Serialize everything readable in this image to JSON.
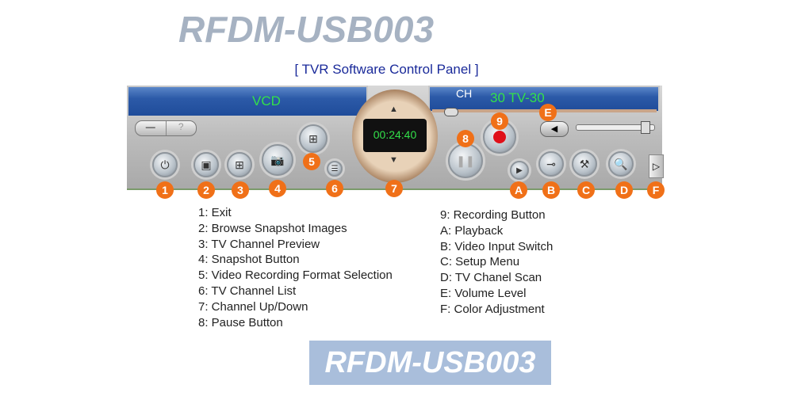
{
  "title": "[ TVR Software Control Panel ]",
  "display": {
    "source": "VCD",
    "ch_label": "CH",
    "channel": "30 TV-30",
    "timer": "00:24:40"
  },
  "window_buttons": {
    "minimize": "—",
    "help": "?"
  },
  "watermark": "RFDM-USB003",
  "badges": [
    "1",
    "2",
    "3",
    "4",
    "5",
    "6",
    "7",
    "8",
    "9",
    "A",
    "B",
    "C",
    "D",
    "E",
    "F"
  ],
  "legend_left": [
    "1: Exit",
    "2: Browse Snapshot Images",
    "3: TV Channel Preview",
    "4: Snapshot Button",
    "5: Video Recording Format Selection",
    "6: TV Channel List",
    "7: Channel Up/Down",
    "8: Pause Button"
  ],
  "legend_right": [
    "9: Recording Button",
    "A: Playback",
    "B: Video Input Switch",
    "C: Setup Menu",
    "D: TV Chanel Scan",
    "E: Volume Level",
    "F: Color Adjustment"
  ],
  "icons": {
    "play": "▶",
    "pause": "❚❚",
    "up": "▲",
    "down": "▼",
    "power": "⏻",
    "film": "▣",
    "preview": "⊞",
    "camera": "📷",
    "list": "☰",
    "search": "🔍",
    "setup": "⚒",
    "input": "⊸",
    "volume": "◀",
    "tab": "▷"
  },
  "colors": {
    "accent": "#f07018",
    "lcd": "#33e04a",
    "record": "#e0101a"
  }
}
